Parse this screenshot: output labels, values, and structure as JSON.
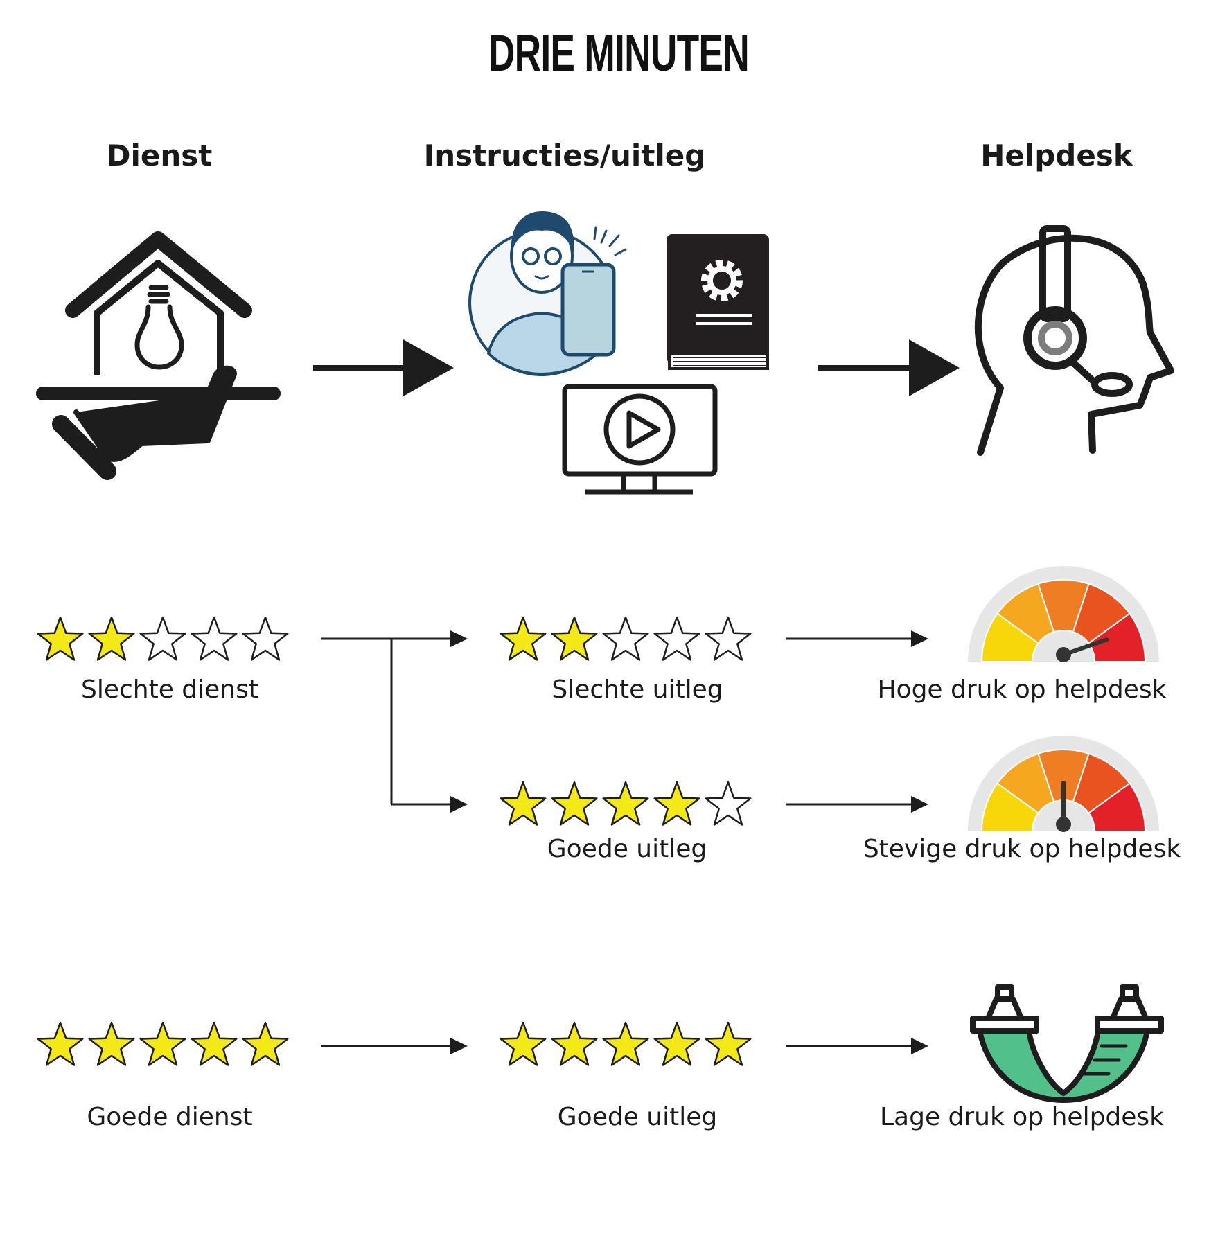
{
  "title": "DRIE MINUTEN",
  "columns": {
    "dienst": "Dienst",
    "instructies": "Instructies/uitleg",
    "helpdesk": "Helpdesk"
  },
  "rows": [
    {
      "dienst": {
        "stars": 2,
        "label": "Slechte dienst"
      },
      "uitleg": {
        "stars": 2,
        "label": "Slechte uitleg"
      },
      "helpdesk": {
        "label": "Hoge druk op helpdesk",
        "gauge_level": 0.85
      }
    },
    {
      "uitleg": {
        "stars": 4,
        "label": "Goede uitleg"
      },
      "helpdesk": {
        "label": "Stevige druk op helpdesk",
        "gauge_level": 0.5
      }
    },
    {
      "dienst": {
        "stars": 5,
        "label": "Goede dienst"
      },
      "uitleg": {
        "stars": 5,
        "label": "Goede uitleg"
      },
      "helpdesk": {
        "label": "Lage druk op helpdesk",
        "icon": "hammock-icon"
      }
    }
  ],
  "max_stars": 5,
  "colors": {
    "star_fill": "#f2e916",
    "gauge": [
      "#f7d70a",
      "#f4a71f",
      "#ef7d23",
      "#e8531f",
      "#e32129"
    ],
    "hammock": "#52c08a",
    "ink": "#1d1d1d"
  },
  "icons": [
    "house-lightbulb-hand-icon",
    "person-phone-icon",
    "manual-gear-icon",
    "video-monitor-icon",
    "headset-person-icon"
  ]
}
